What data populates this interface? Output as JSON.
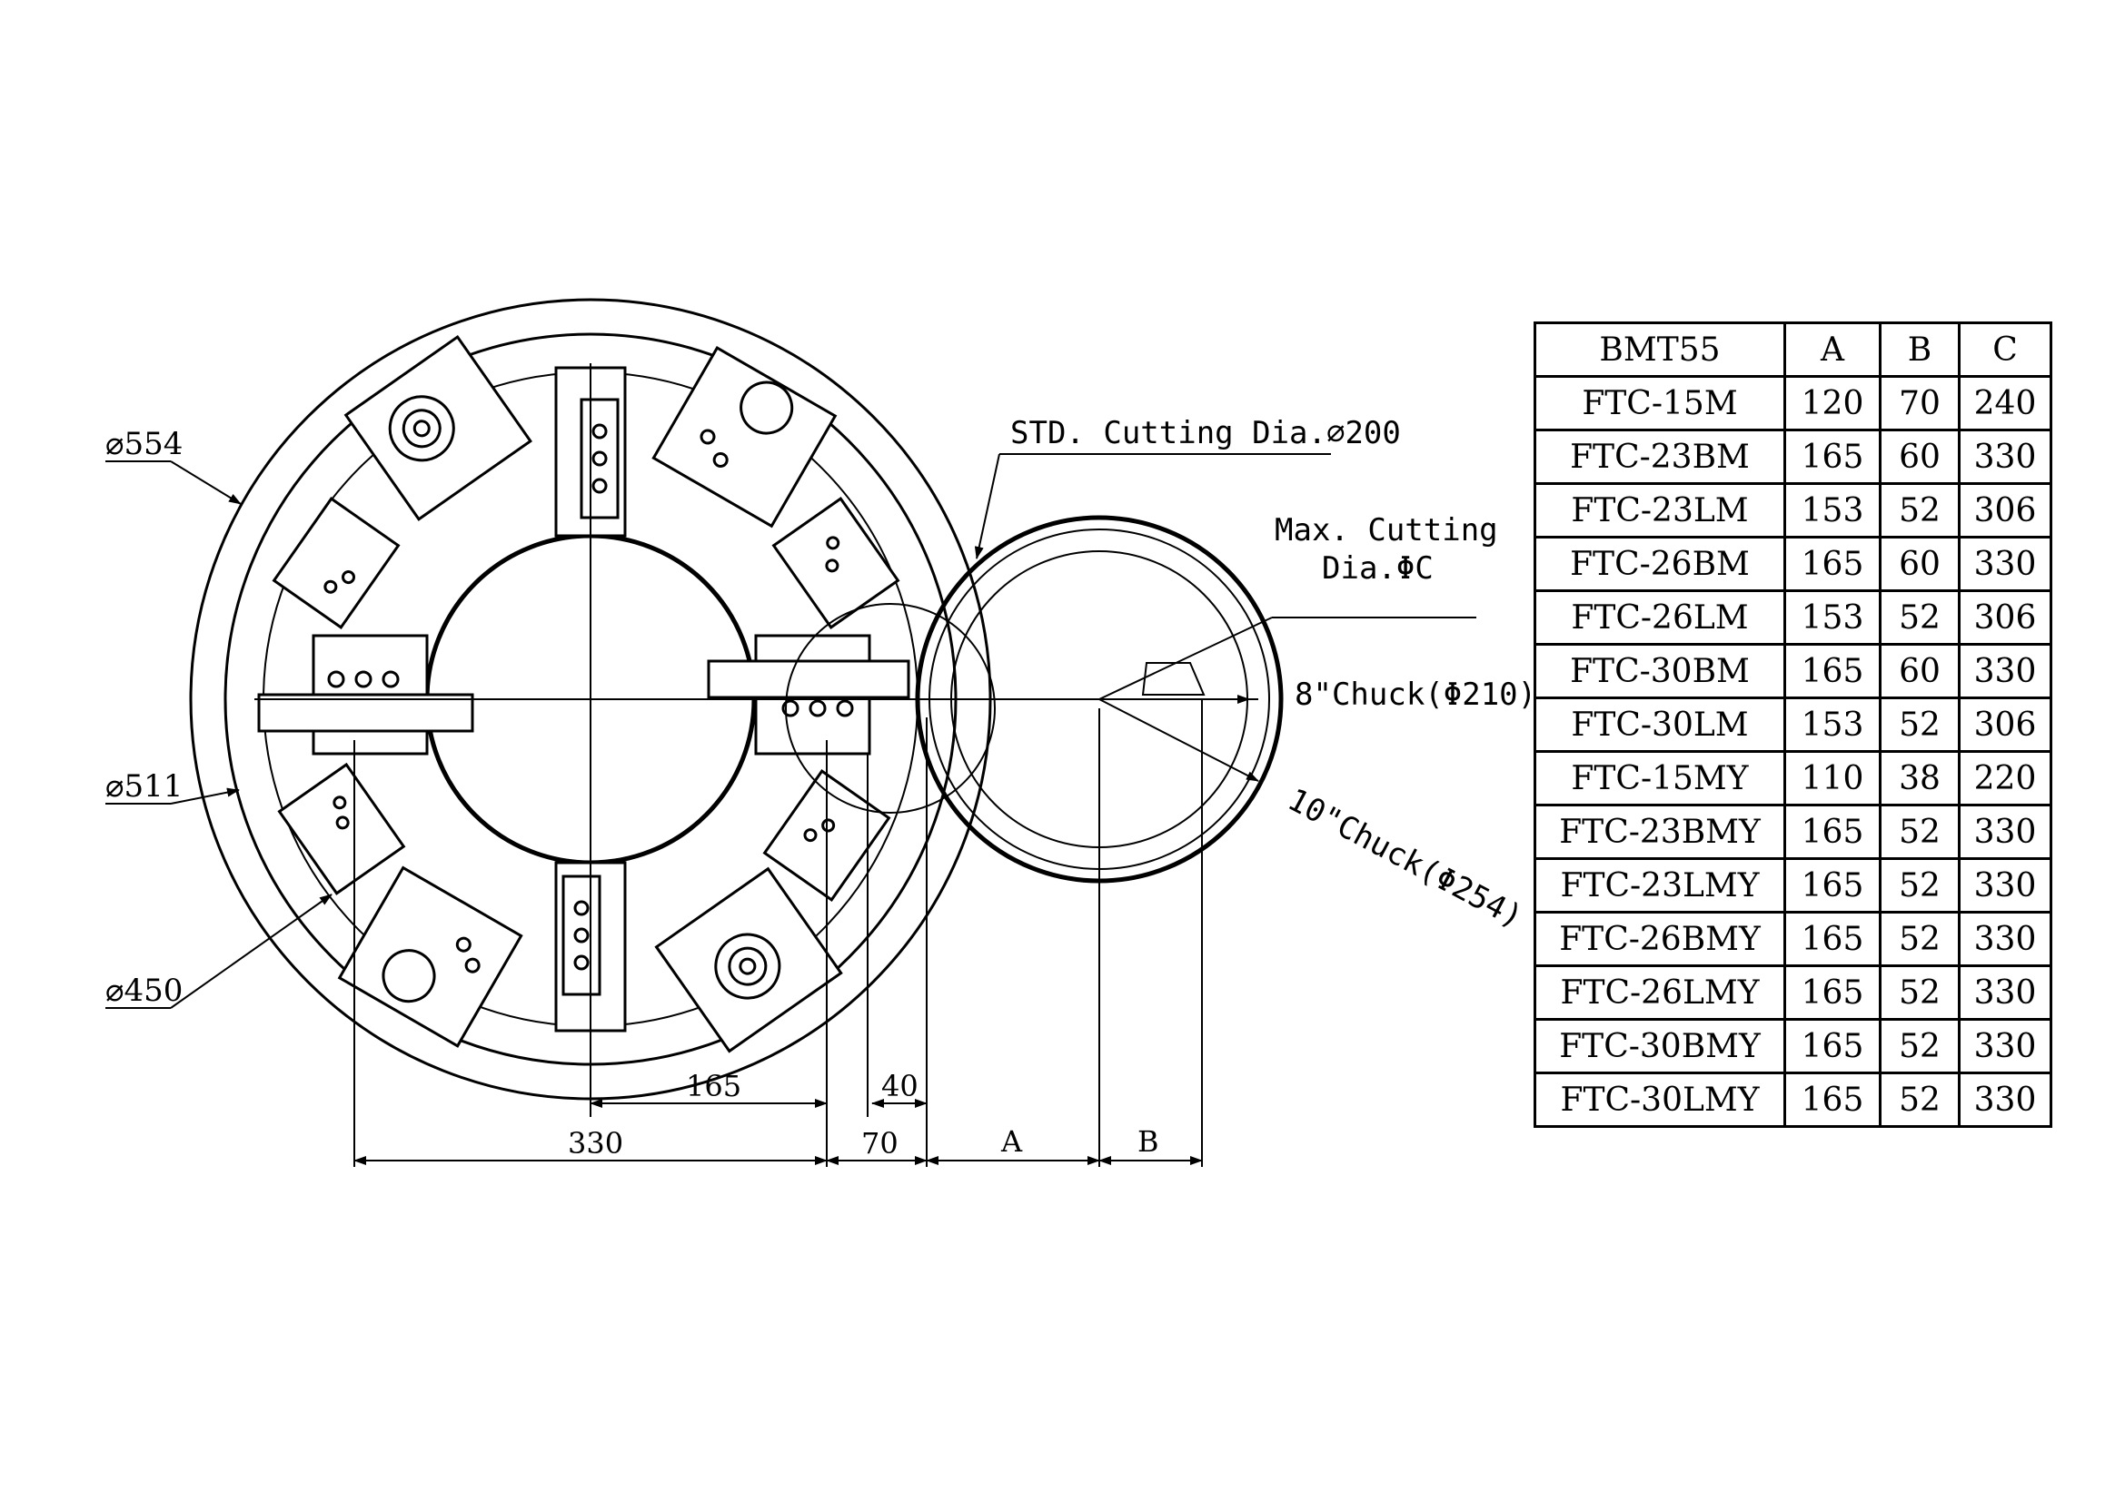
{
  "drawing": {
    "labels": {
      "d554": "⌀554",
      "d511": "⌀511",
      "d450": "⌀450",
      "std_cutting": "STD. Cutting Dia.⌀200",
      "max_cutting_line1": "Max. Cutting",
      "max_cutting_line2": "Dia.ΦC",
      "chuck8": "8\"Chuck(Φ210)",
      "chuck10": "10\"Chuck(Φ254)"
    },
    "dimensions": {
      "d165": "165",
      "d40": "40",
      "d330": "330",
      "d70": "70",
      "dA": "A",
      "dB": "B"
    }
  },
  "table": {
    "header": [
      "BMT55",
      "A",
      "B",
      "C"
    ],
    "rows": [
      [
        "FTC-15M",
        "120",
        "70",
        "240"
      ],
      [
        "FTC-23BM",
        "165",
        "60",
        "330"
      ],
      [
        "FTC-23LM",
        "153",
        "52",
        "306"
      ],
      [
        "FTC-26BM",
        "165",
        "60",
        "330"
      ],
      [
        "FTC-26LM",
        "153",
        "52",
        "306"
      ],
      [
        "FTC-30BM",
        "165",
        "60",
        "330"
      ],
      [
        "FTC-30LM",
        "153",
        "52",
        "306"
      ],
      [
        "FTC-15MY",
        "110",
        "38",
        "220"
      ],
      [
        "FTC-23BMY",
        "165",
        "52",
        "330"
      ],
      [
        "FTC-23LMY",
        "165",
        "52",
        "330"
      ],
      [
        "FTC-26BMY",
        "165",
        "52",
        "330"
      ],
      [
        "FTC-26LMY",
        "165",
        "52",
        "330"
      ],
      [
        "FTC-30BMY",
        "165",
        "52",
        "330"
      ],
      [
        "FTC-30LMY",
        "165",
        "52",
        "330"
      ]
    ]
  }
}
